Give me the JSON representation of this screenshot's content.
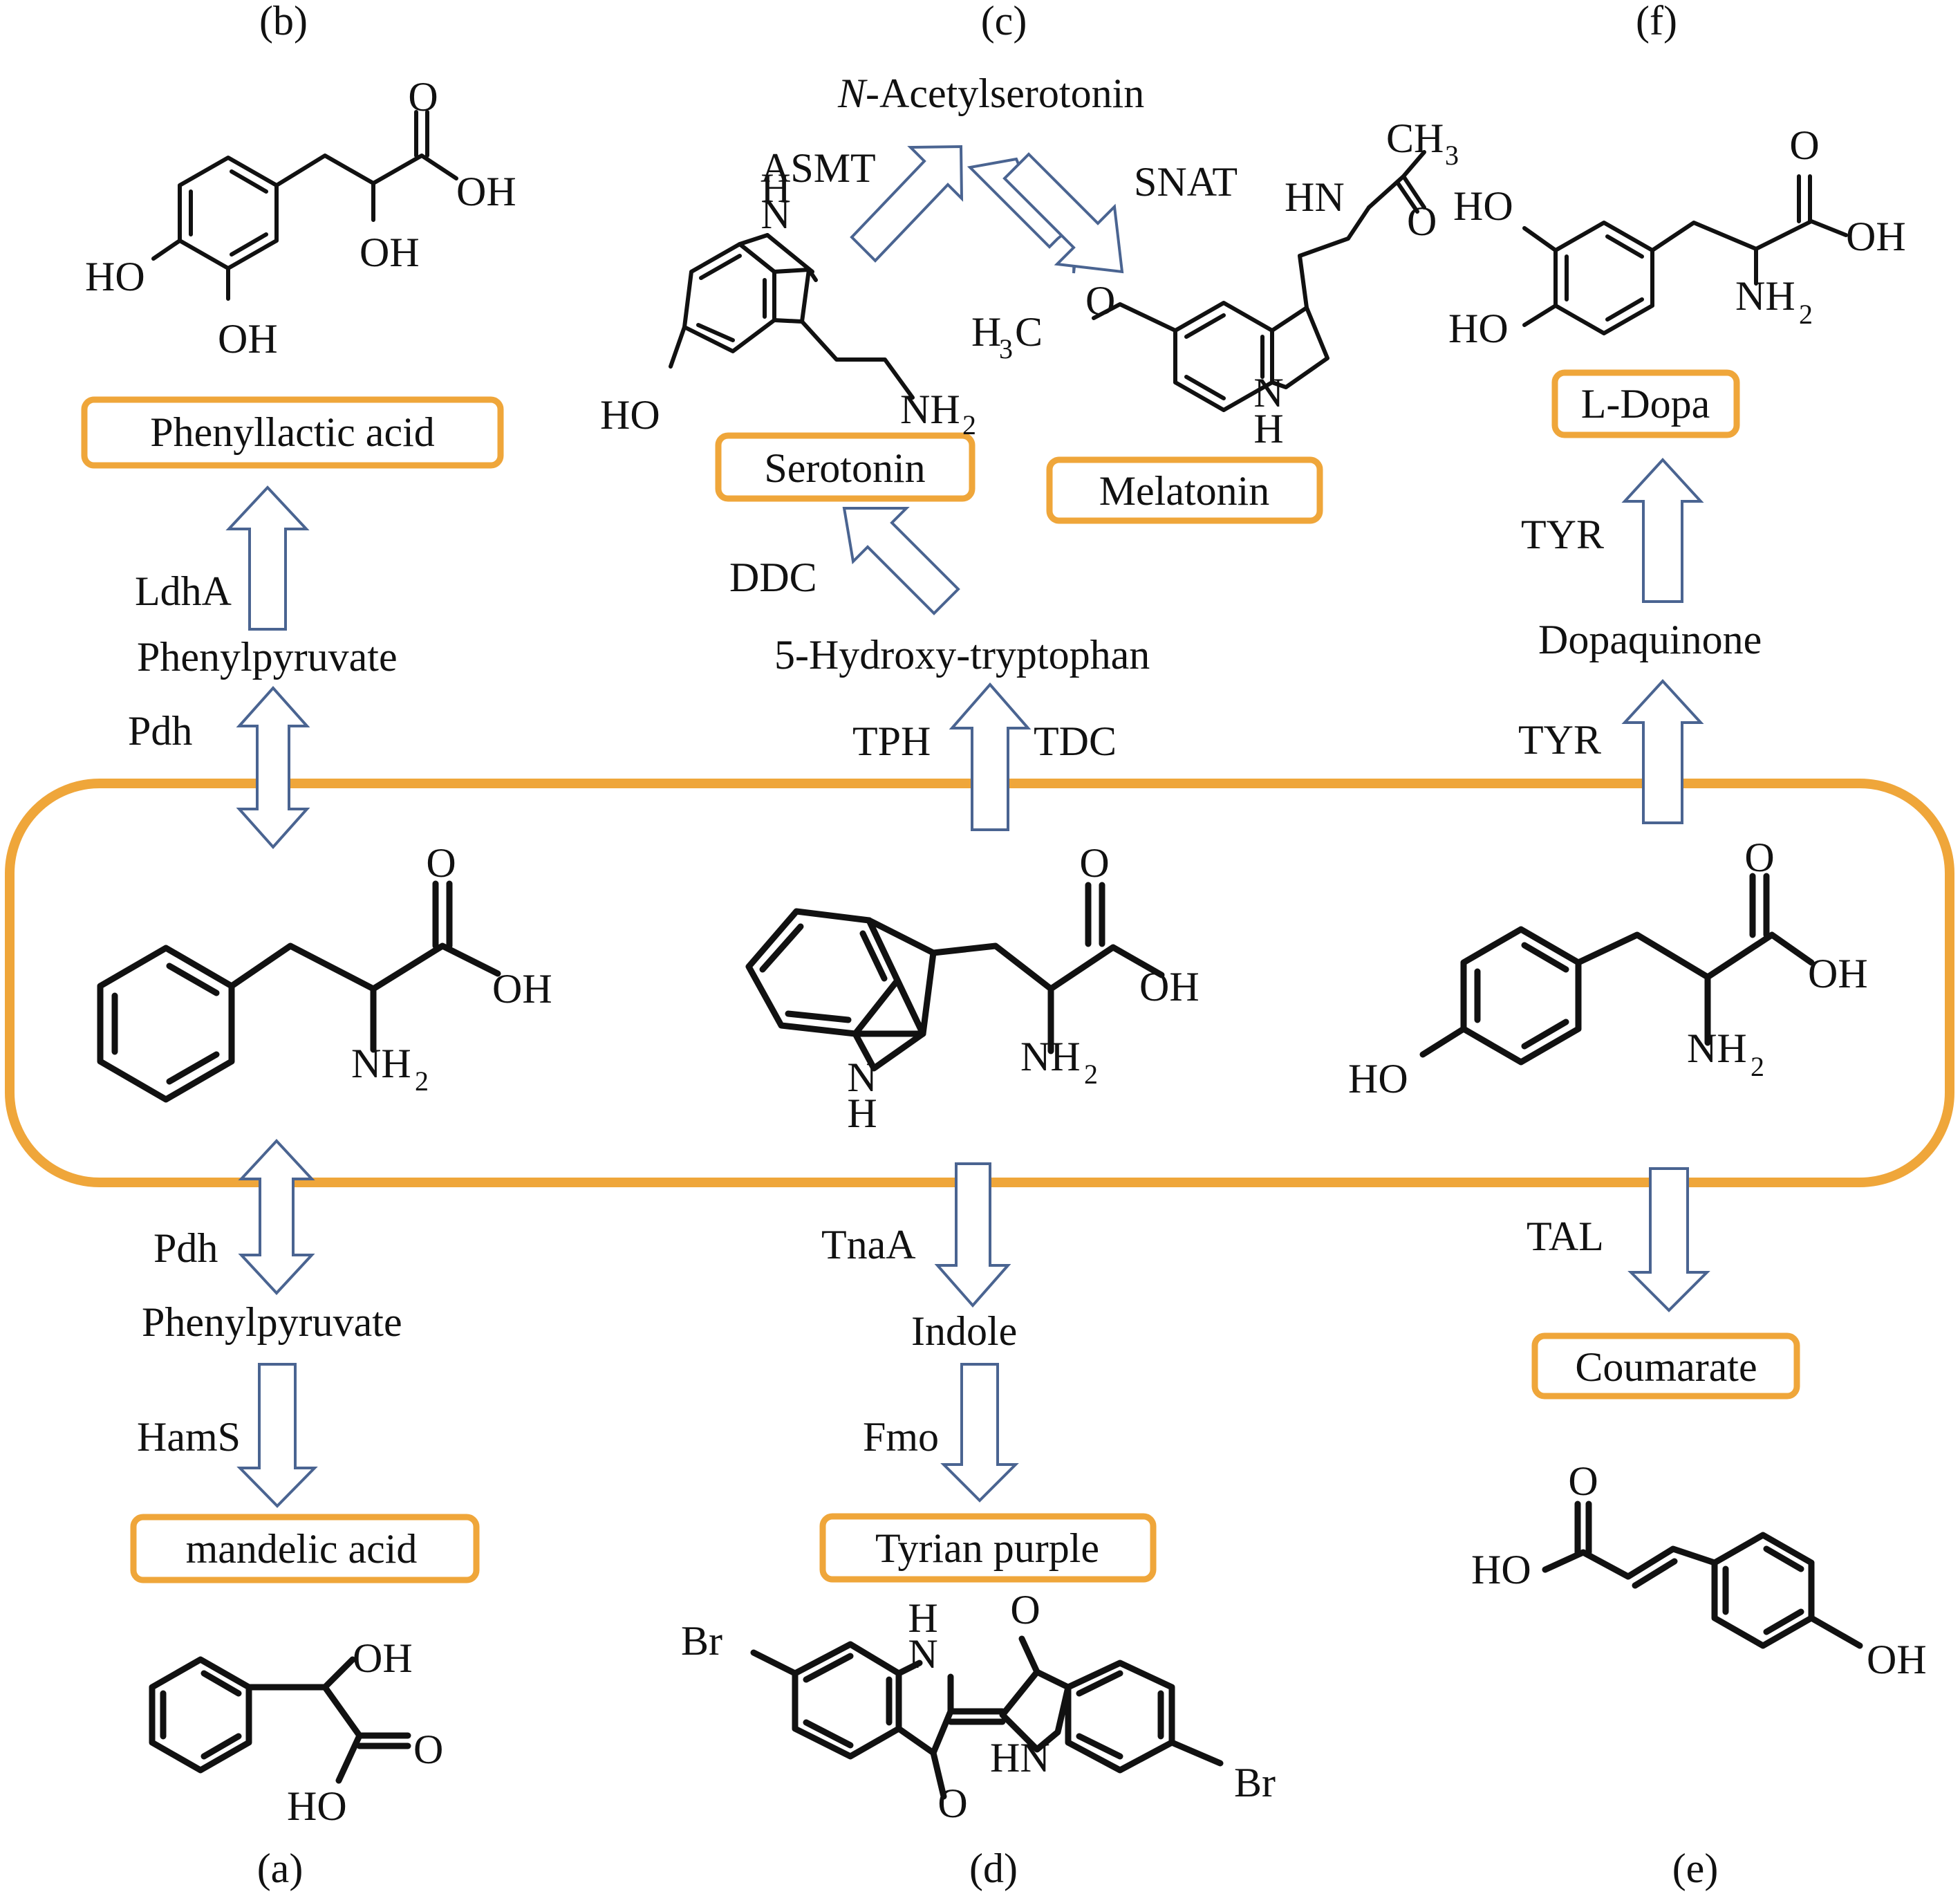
{
  "panels": {
    "a": "(a)",
    "b": "(b)",
    "c": "(c)",
    "d": "(d)",
    "e": "(e)",
    "f": "(f)"
  },
  "products": {
    "phenyllactic": "Phenyllactic acid",
    "serotonin": "Serotonin",
    "melatonin": "Melatonin",
    "ldopa": "L-Dopa",
    "mandelic": "mandelic acid",
    "tyrian": "Tyrian purple",
    "coumarate": "Coumarate"
  },
  "intermediates": {
    "acetylserotonin_italic": "N",
    "acetylserotonin_rest": "-Acetylserotonin",
    "phenylpyruvate_top": "Phenylpyruvate",
    "phenylpyruvate_bottom": "Phenylpyruvate",
    "hydroxytryptophan": "5-Hydroxy-tryptophan",
    "dopaquinone": "Dopaquinone",
    "indole": "Indole"
  },
  "enzymes": {
    "asmt": "ASMT",
    "snat": "SNAT",
    "ddc": "DDC",
    "ldha": "LdhA",
    "pdh_top": "Pdh",
    "pdh_bottom": "Pdh",
    "tph": "TPH",
    "tdc": "TDC",
    "tyr_top": "TYR",
    "tyr_bottom": "TYR",
    "hams": "HamS",
    "tnaa": "TnaA",
    "fmo": "Fmo",
    "tal": "TAL"
  },
  "atoms": {
    "O": "O",
    "OH": "OH",
    "HO": "HO",
    "H": "H",
    "N": "N",
    "NH": "NH",
    "HN": "HN",
    "NH2_main": "NH",
    "NH2_sub": "2",
    "Br": "Br",
    "CH3_main": "CH",
    "CH3_sub": "3",
    "H3C_H": "H",
    "H3C_sub": "3",
    "H3C_C": "C"
  },
  "colors": {
    "box_border": "#efa63a",
    "arrow_outline": "#4a6491",
    "bond": "#111111"
  },
  "icons": {
    "arrow": "hollow-block-arrow",
    "double_arrow": "hollow-double-block-arrow"
  }
}
